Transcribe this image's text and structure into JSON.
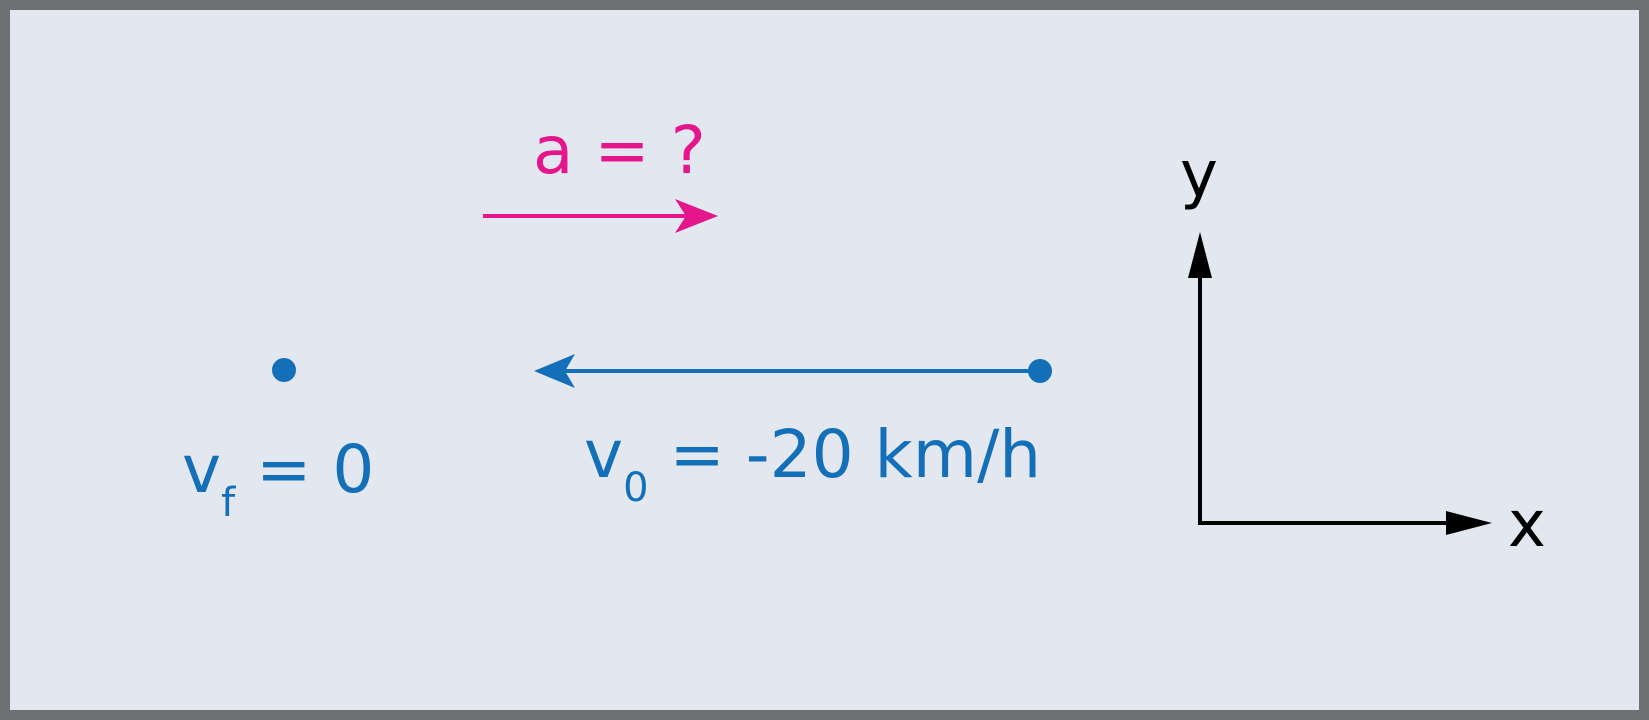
{
  "colors": {
    "background": "#e3e8f0",
    "frame": "#6e7073",
    "velocity": "#1370b8",
    "acceleration": "#e5158c",
    "axes": "#000000"
  },
  "acceleration": {
    "label_main": "a",
    "label_rest": " = ?"
  },
  "final_state": {
    "symbol": "v",
    "subscript": "f",
    "value": " = 0"
  },
  "initial_state": {
    "symbol": "v",
    "subscript": "0",
    "value": " = -20 km/h"
  },
  "axes": {
    "x_label": "x",
    "y_label": "y"
  }
}
